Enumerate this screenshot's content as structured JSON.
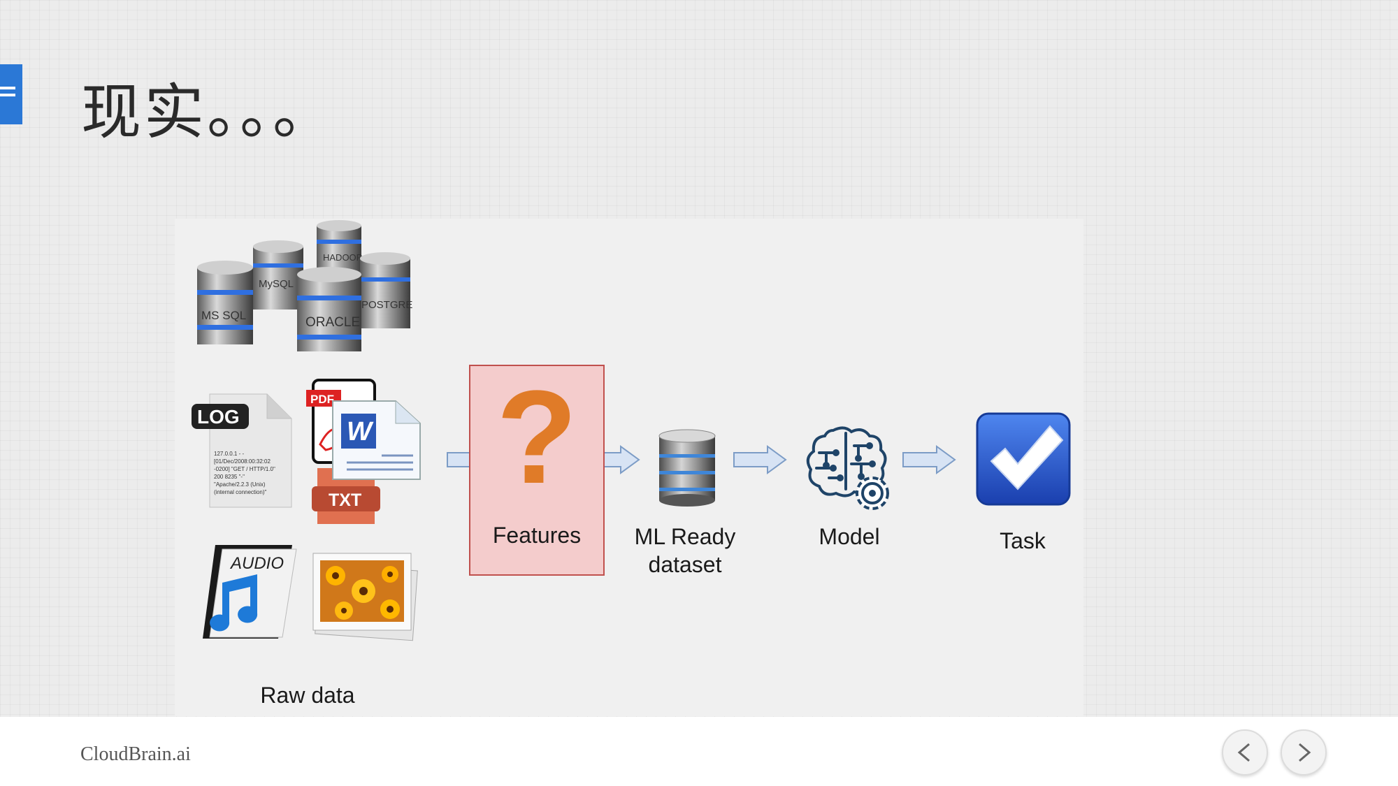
{
  "slide": {
    "title": "现实。。。",
    "menu_icon": "menu-icon"
  },
  "diagram": {
    "raw_data_label": "Raw data",
    "databases": [
      "MS SQL",
      "MySQL",
      "HADOOP",
      "ORACLE",
      "POSTGRE"
    ],
    "log_badge": "LOG",
    "log_text": [
      "127.0.0.1 - -",
      "[01/Dec/2008:00:32:02",
      "-0200] \"GET / HTTP/1.0\"",
      "200 8235 \"-\"",
      "\"Apache/2.2.3 (Unix)",
      "(internal connection)\""
    ],
    "pdf_badge": "PDF",
    "word_letter": "W",
    "txt_badge": "TXT",
    "audio_badge": "AUDIO",
    "features_label": "Features",
    "features_symbol": "?",
    "ml_ready_label_line1": "ML Ready",
    "ml_ready_label_line2": "dataset",
    "model_label": "Model",
    "task_label": "Task",
    "colors": {
      "features_box": "#f4cccc",
      "features_border": "#c0504d",
      "question_mark": "#e07b28",
      "arrow_fill": "#d7e3f4",
      "arrow_stroke": "#7c9cc6",
      "task_blue": "#1f4fc0"
    }
  },
  "footer": {
    "brand": "CloudBrain.ai",
    "prev_icon": "chevron-left-icon",
    "next_icon": "chevron-right-icon"
  }
}
